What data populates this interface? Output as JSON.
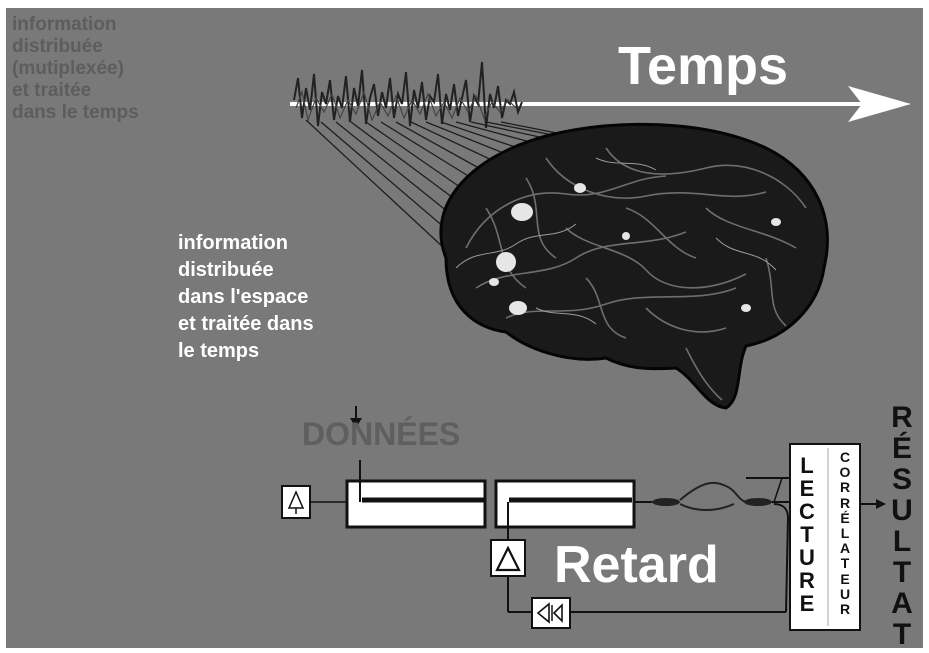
{
  "text": {
    "intro": "information\ndistribuée\n(mutiplexée)\net traitée\ndans le temps",
    "brain_caption": "information\ndistribuée\ndans l'espace\net traitée dans\nle temps",
    "temps": "Temps",
    "donnees": "DONNÉES",
    "retard": "Retard",
    "lecture": "LECTURE",
    "correlateur": "CORRÉLATEUR",
    "resultat": "RÉSULTAT"
  },
  "colors": {
    "background": "#797979",
    "outer": "#ffffff",
    "dark_text": "#5d5d5d",
    "light_text": "#ffffff",
    "black": "#111111"
  },
  "icons": [
    "amplifier-icon",
    "triangle-amplifier-icon",
    "speaker-icon",
    "arrow-right-icon",
    "arrow-down-icon"
  ]
}
